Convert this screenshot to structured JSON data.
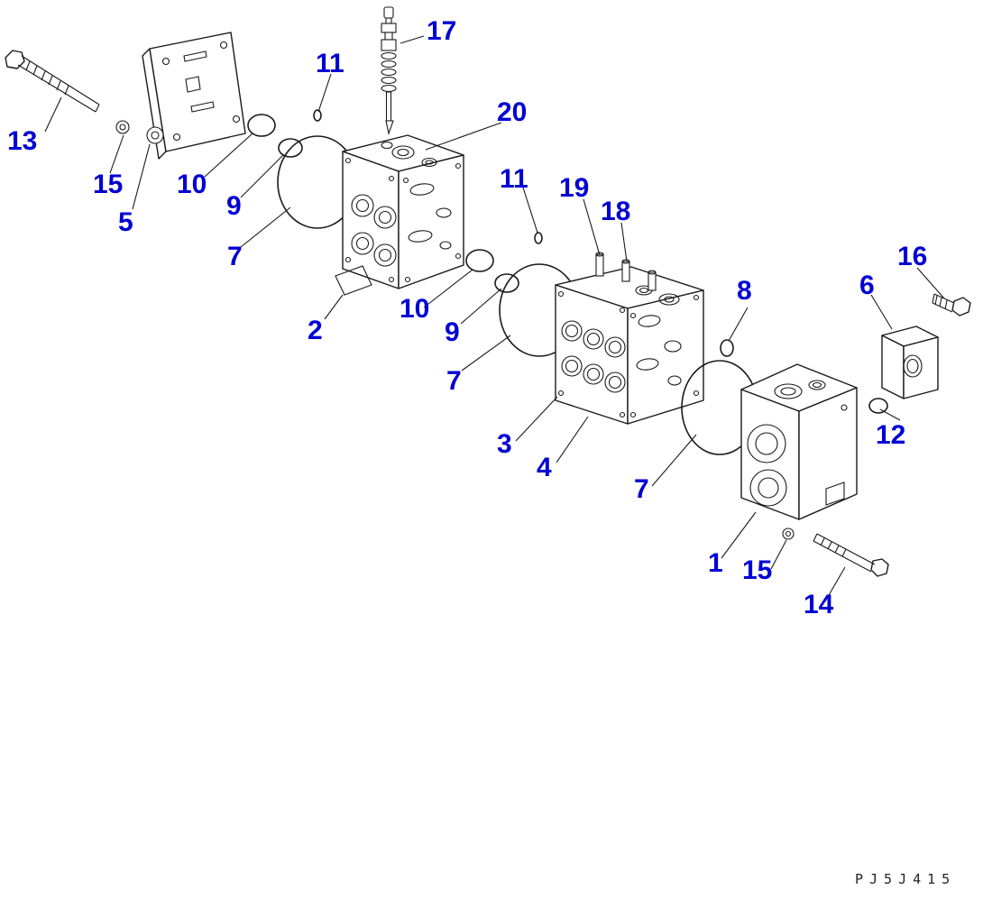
{
  "diagram": {
    "type": "exploded-parts-diagram",
    "drawing_code": "PJ5J415",
    "callout_color": "#0000d4",
    "line_color": "#1a1a1a",
    "callouts": [
      {
        "label": "13"
      },
      {
        "label": "15"
      },
      {
        "label": "5"
      },
      {
        "label": "10"
      },
      {
        "label": "9"
      },
      {
        "label": "7"
      },
      {
        "label": "11"
      },
      {
        "label": "17"
      },
      {
        "label": "20"
      },
      {
        "label": "2"
      },
      {
        "label": "10"
      },
      {
        "label": "9"
      },
      {
        "label": "7"
      },
      {
        "label": "11"
      },
      {
        "label": "19"
      },
      {
        "label": "18"
      },
      {
        "label": "8"
      },
      {
        "label": "6"
      },
      {
        "label": "16"
      },
      {
        "label": "3"
      },
      {
        "label": "4"
      },
      {
        "label": "12"
      },
      {
        "label": "7"
      },
      {
        "label": "1"
      },
      {
        "label": "15"
      },
      {
        "label": "14"
      }
    ]
  }
}
